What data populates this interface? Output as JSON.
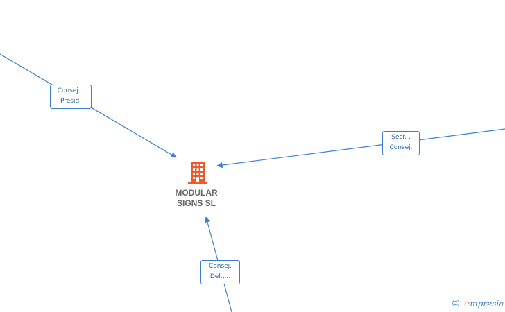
{
  "company": {
    "name_line1": "MODULAR",
    "name_line2": "SIGNS SL",
    "icon": "building-icon"
  },
  "relations": [
    {
      "line1": "Consej. ,",
      "line2": "Presid."
    },
    {
      "line1": "Secr. ,",
      "line2": "Consej."
    },
    {
      "line1": "Consej.",
      "line2": "Del.,..."
    }
  ],
  "brand": {
    "copyright_symbol": "©",
    "initial": "e",
    "name_rest": "mpresia"
  },
  "colors": {
    "edge": "#3b7fd4",
    "label_text": "#2c64a8",
    "company_icon": "#f05a28",
    "company_text": "#666666",
    "brand_accent": "#f0a020"
  }
}
